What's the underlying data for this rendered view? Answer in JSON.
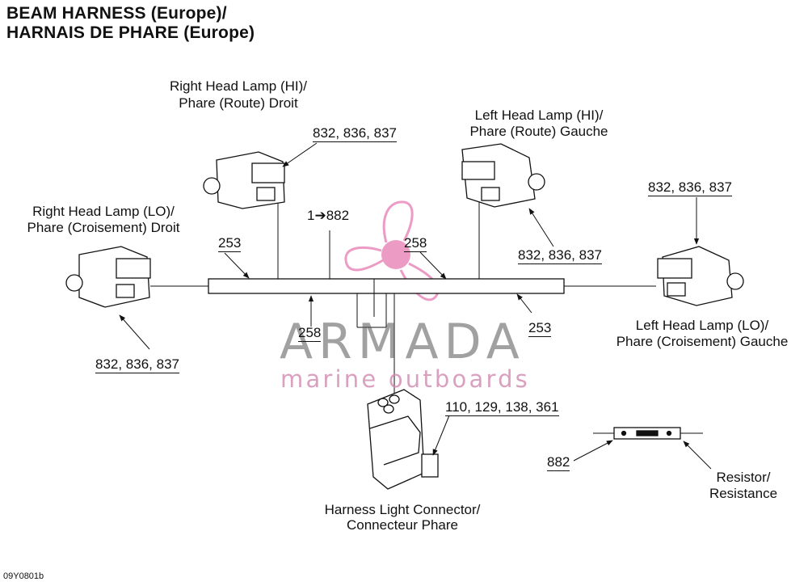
{
  "title": {
    "line1": "BEAM HARNESS (Europe)/",
    "line2": "HARNAIS DE PHARE (Europe)"
  },
  "labels": {
    "right_hi_line1": "Right Head Lamp (HI)/",
    "right_hi_line2": "Phare (Route) Droit",
    "left_hi_line1": "Left Head Lamp (HI)/",
    "left_hi_line2": "Phare (Route) Gauche",
    "right_lo_line1": "Right Head Lamp (LO)/",
    "right_lo_line2": "Phare (Croisement) Droit",
    "left_lo_line1": "Left Head Lamp (LO)/",
    "left_lo_line2": "Phare (Croisement) Gauche",
    "connector_line1": "Harness Light Connector/",
    "connector_line2": "Connecteur Phare",
    "resistor_line1": "Resistor/",
    "resistor_line2": "Resistance"
  },
  "refs": {
    "right_hi": "832, 836, 837",
    "left_hi": "832, 836, 837",
    "right_lo": "832, 836, 837",
    "left_lo": "832, 836, 837",
    "harness_left": "253",
    "harness_right": "253",
    "sleeve_top": "258",
    "sleeve_bottom": "258",
    "resistor_note": "1➔882",
    "connector": "110, 129, 138, 361",
    "resistor": "882"
  },
  "watermark": {
    "brand": "ARMADA",
    "tagline": "marine outboards",
    "colors": {
      "brand": "#555555",
      "tagline": "#d08ab0",
      "logo": "#e05aa0"
    }
  },
  "image_code": "09Y0801b"
}
